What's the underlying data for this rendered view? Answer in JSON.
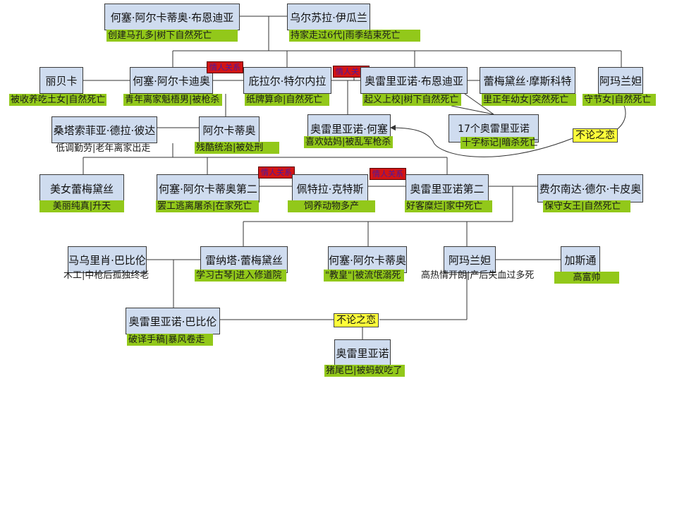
{
  "colors": {
    "node_fill": "#cfdcef",
    "note_fill": "#92c81a",
    "tag_fill": "#d21414",
    "love_fill": "#ffff3a"
  },
  "people": {
    "jose_arcadio_buendia": {
      "name": "何塞·阿尔卡蒂奥·布恩迪亚",
      "note": "创建马孔多|树下自然死亡"
    },
    "ursula": {
      "name": "乌尔苏拉·伊瓜兰",
      "note": "持家走过6代|雨季结束死亡"
    },
    "rebeca": {
      "name": "丽贝卡",
      "note": "被收养吃土女|自然死亡"
    },
    "jose_arcadio": {
      "name": "何塞·阿尔卡迪奥",
      "note": "青年离家魁梧男|被枪杀"
    },
    "pilar_ternera": {
      "name": "庇拉尔·特尔内拉",
      "note": "纸牌算命|自然死亡"
    },
    "colonel_aureliano": {
      "name": "奥雷里亚诺·布恩迪亚",
      "note": "起义上校|树下自然死亡"
    },
    "remedios_moscote": {
      "name": "蕾梅黛丝·摩斯科特",
      "note": "里正年幼女|突然死亡"
    },
    "amaranta": {
      "name": "阿玛兰妲",
      "note": "守节女|自然死亡"
    },
    "santa_sofia": {
      "name": "桑塔索菲亚·德拉·彼达",
      "note": "低调勤劳|老年离家出走"
    },
    "arcadio": {
      "name": "阿尔卡蒂奥",
      "note": "残酷统治|被处刑"
    },
    "aureliano_jose": {
      "name": "奥雷里亚诺·何塞",
      "note": "喜欢姑妈|被乱军枪杀"
    },
    "seventeen_aurelianos": {
      "name": "17个奥雷里亚诺",
      "note": "十字标记|暗杀死亡"
    },
    "remedios_beauty": {
      "name": "美女蕾梅黛丝",
      "note": "美丽纯真|升天"
    },
    "jose_arcadio_segundo": {
      "name": "何塞·阿尔卡蒂奥第二",
      "note": "罢工逃离屠杀|在家死亡"
    },
    "petra_cotes": {
      "name": "佩特拉·克特斯",
      "note": "饲养动物多产"
    },
    "aureliano_segundo": {
      "name": "奥雷里亚诺第二",
      "note": "好客糜烂|家中死亡"
    },
    "fernanda": {
      "name": "费尔南达·德尔·卡皮奥",
      "note": "保守女王|自然死亡"
    },
    "mauricio_babilonia": {
      "name": "马乌里肖·巴比伦",
      "note": "木工|中枪后孤独终老"
    },
    "renata_remedios": {
      "name": "雷纳塔·蕾梅黛丝",
      "note": "学习古琴|进入修道院"
    },
    "jose_arcadio_pope": {
      "name": "何塞·阿尔卡蒂奥",
      "note": "\"教皇\"|被流氓溺死"
    },
    "amaranta_ursula": {
      "name": "阿玛兰妲",
      "note": "高热情开朗|产后失血过多死"
    },
    "gaston": {
      "name": "加斯通",
      "note": "高富帅"
    },
    "aureliano_babilonia": {
      "name": "奥雷里亚诺·巴比伦",
      "note": "破译手稿|暴风卷走"
    },
    "aureliano_last": {
      "name": "奥雷里亚诺",
      "note": "猪尾巴|被蚂蚁吃了"
    }
  },
  "labels": {
    "lover": "情人关系",
    "love_any": "不论之恋"
  }
}
